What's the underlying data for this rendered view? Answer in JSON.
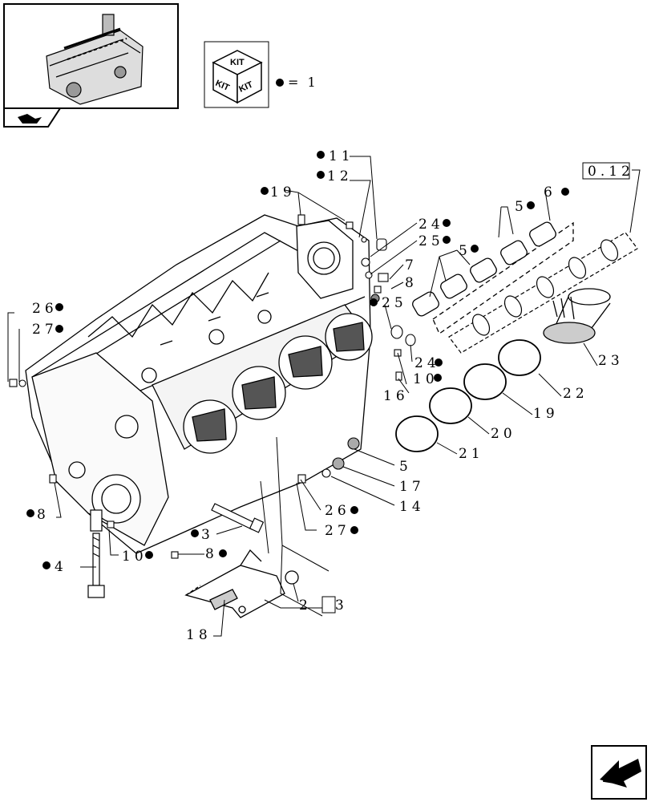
{
  "kit_legend": {
    "box_text": "KIT",
    "equals_text": "= 1"
  },
  "ref_box": "0.12",
  "ref_box_2": "3",
  "callouts": {
    "c11": "11",
    "c12": "12",
    "c19": "19",
    "c24": "24",
    "c25a": "25",
    "c7": "7",
    "c8a": "8",
    "c25b": "25",
    "c5a": "5",
    "c5b": "5",
    "c6": "6",
    "c24b": "24",
    "c10a": "10",
    "c16": "16",
    "c23": "23",
    "c22": "22",
    "c19b": "19",
    "c20": "20",
    "c21": "21",
    "c5c": "5",
    "c17": "17",
    "c14": "14",
    "c26a": "26",
    "c27a": "27",
    "c26b": "26",
    "c27b": "27",
    "c8b": "8",
    "c3": "3",
    "c8c": "8",
    "c10b": "10",
    "c4": "4",
    "c2": "2",
    "c18": "18"
  },
  "icons": [
    "engine-thumbnail",
    "kit-box-icon",
    "kit-bullet-dot",
    "nav-arrow-icon",
    "flag-icon"
  ]
}
